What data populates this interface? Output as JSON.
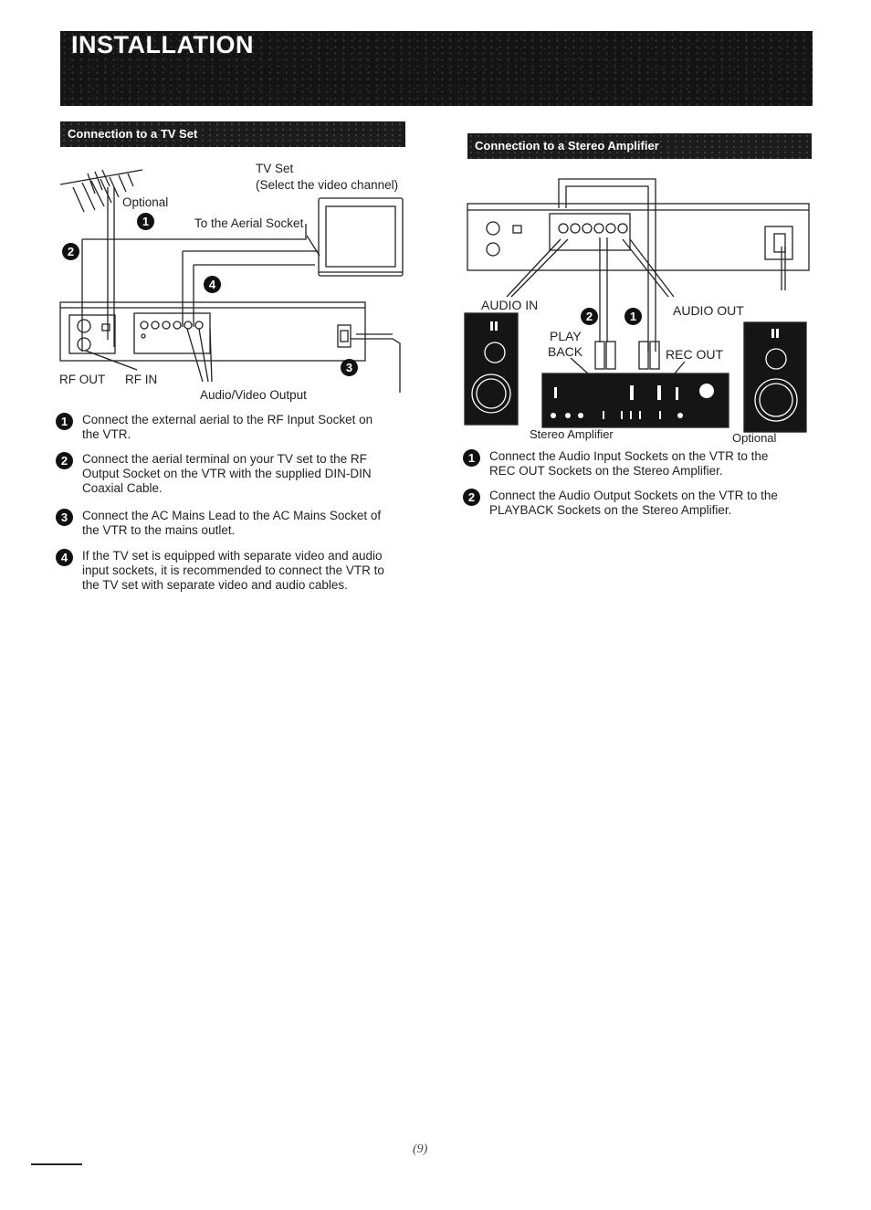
{
  "header": {
    "title": "INSTALLATION"
  },
  "tv_section": {
    "heading": "Connection to a TV Set",
    "diagram": {
      "tv_set": "TV Set",
      "select_channel": "(Select the video channel)",
      "optional": "Optional",
      "to_aerial": "To the Aerial Socket",
      "rf_out": "RF OUT",
      "rf_in": "RF IN",
      "av_output": "Audio/Video Output",
      "markers": [
        "1",
        "2",
        "3",
        "4"
      ]
    },
    "steps": [
      {
        "n": "1",
        "lines": [
          "Connect the external aerial to the RF Input Socket on",
          "the VTR."
        ]
      },
      {
        "n": "2",
        "lines": [
          "Connect the aerial terminal on your TV set to the RF",
          "Output Socket on the VTR with the supplied DIN-DIN",
          "Coaxial Cable."
        ]
      },
      {
        "n": "3",
        "lines": [
          "Connect the AC Mains Lead to the AC Mains Socket of",
          "the VTR to the mains outlet."
        ]
      },
      {
        "n": "4",
        "lines": [
          "If the TV set is equipped with separate video and audio",
          "input sockets, it is recommended to connect the VTR to",
          "the TV set with separate video and audio cables."
        ]
      }
    ]
  },
  "stereo_section": {
    "heading": "Connection to a Stereo Amplifier",
    "diagram": {
      "audio_in": "AUDIO IN",
      "audio_out": "AUDIO OUT",
      "play": "PLAY",
      "back": "BACK",
      "rec_out": "REC OUT",
      "stereo_amp": "Stereo Amplifier",
      "optional": "Optional",
      "markers": [
        "2",
        "1"
      ]
    },
    "steps": [
      {
        "n": "1",
        "lines": [
          "Connect the Audio Input Sockets on the VTR to the",
          "REC OUT Sockets on the Stereo Amplifier."
        ]
      },
      {
        "n": "2",
        "lines": [
          "Connect the Audio Output Sockets on the VTR to the",
          "PLAYBACK Sockets on the Stereo Amplifier."
        ]
      }
    ]
  },
  "footer": {
    "page": "(9)"
  }
}
